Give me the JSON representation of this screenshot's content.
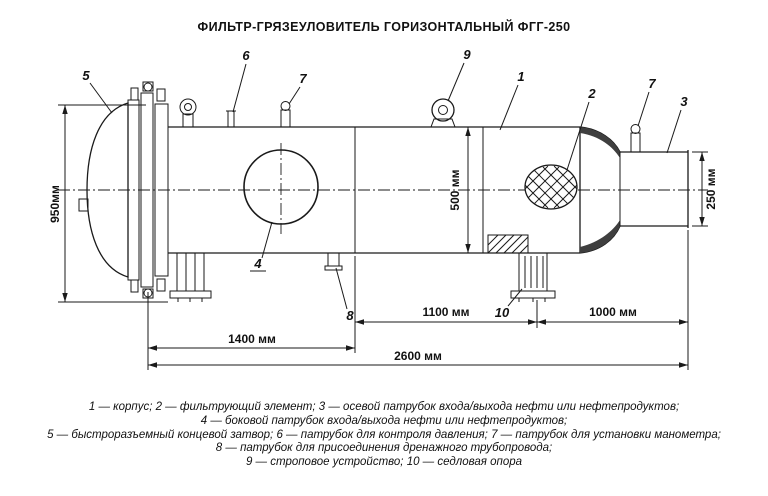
{
  "title": "ФИЛЬТР-ГРЯЗЕУЛОВИТЕЛЬ ГОРИЗОНТАЛЬНЫЙ ФГГ-250",
  "dimensions": {
    "overall_height": "950мм",
    "shell_diameter": "500 мм",
    "nozzle_diameter": "250 мм",
    "length_left": "1400 мм",
    "length_mid": "1100 мм",
    "length_right": "1000 мм",
    "length_total": "2600 мм"
  },
  "callouts": {
    "c1": "1",
    "c2": "2",
    "c3": "3",
    "c4": "4",
    "c5": "5",
    "c6": "6",
    "c7a": "7",
    "c7b": "7",
    "c8": "8",
    "c9": "9",
    "c10": "10"
  },
  "legend": {
    "line1": "1 — корпус; 2 — фильтрующий элемент; 3 — осевой патрубок входа/выхода нефти или нефтепродуктов;",
    "line2": "4 — боковой патрубок входа/выхода нефти или нефтепродуктов;",
    "line3": "5 — быстроразъемный концевой затвор; 6 — патрубок для контроля давления; 7 — патрубок для установки манометра;",
    "line4": "8 — патрубок для присоединения дренажного трубопровода;",
    "line5": "9 — строповое устройство; 10 — седловая опора"
  },
  "colors": {
    "line": "#1a1a1a",
    "background": "#ffffff"
  }
}
